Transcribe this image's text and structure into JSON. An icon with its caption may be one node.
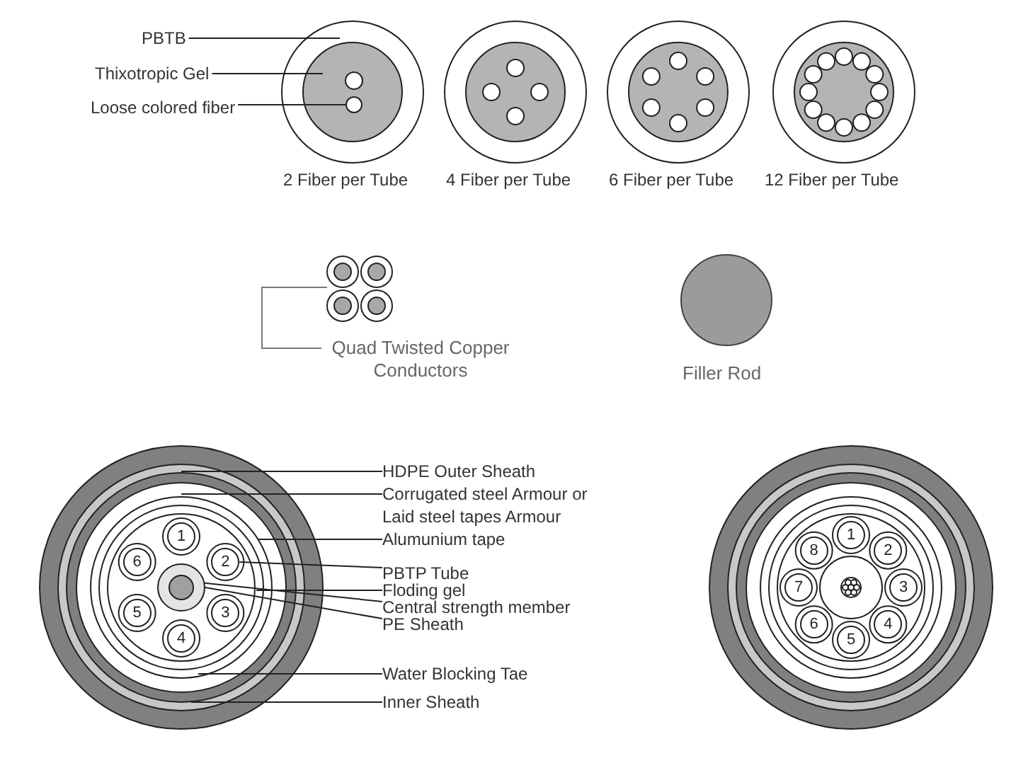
{
  "diagram": {
    "nodes": [
      {
        "text": [
          "PBTB"
        ]
      },
      {
        "text": [
          "Thixotropic Gel"
        ]
      },
      {
        "text": [
          "Loose colored fiber"
        ]
      },
      {
        "text": [
          "Quad Twisted Copper Conductors"
        ]
      },
      {
        "text": [
          "HDPE Outer Sheath"
        ]
      },
      {
        "text": [
          "Corrugated steel Armour or Laid steel tapes Armour"
        ]
      },
      {
        "text": [
          "Alumunium tape"
        ]
      },
      {
        "text": [
          "PBTP Tube"
        ]
      },
      {
        "text": [
          "Floding gel"
        ]
      },
      {
        "text": [
          "Central strength member"
        ]
      },
      {
        "text": [
          "PE Sheath"
        ]
      },
      {
        "text": [
          "Water Blocking Tae"
        ]
      },
      {
        "text": [
          "Inner Sheath"
        ]
      },
      {
        "text": [
          "1"
        ]
      },
      {
        "text": [
          "2"
        ]
      },
      {
        "text": [
          "3"
        ]
      },
      {
        "text": [
          "4"
        ]
      },
      {
        "text": [
          "5"
        ]
      },
      {
        "text": [
          "6"
        ]
      },
      {
        "text": [
          "1"
        ]
      },
      {
        "text": [
          "2"
        ]
      },
      {
        "text": [
          "3"
        ]
      },
      {
        "text": [
          "4"
        ]
      },
      {
        "text": [
          "5"
        ]
      },
      {
        "text": [
          "6"
        ]
      },
      {
        "text": [
          "7"
        ]
      },
      {
        "text": [
          "8"
        ]
      },
      {
        "text": [],
        "shape": "circle"
      },
      {
        "text": [],
        "shape": "circle"
      },
      {
        "text": [],
        "shape": "circle",
        "in": 28
      }
    ],
    "edges": [
      {
        "from": 0,
        "to": null,
        "arrow": "none"
      },
      {
        "from": 1,
        "to": null,
        "arrow": "none"
      },
      {
        "from": 2,
        "to": 27,
        "arrow": "none"
      },
      {
        "from": 3,
        "to": null,
        "arrow": "none"
      },
      {
        "from": 4,
        "to": null,
        "arrow": "none"
      },
      {
        "from": 5,
        "to": null,
        "arrow": "none"
      },
      {
        "from": 6,
        "to": null,
        "arrow": "none"
      },
      {
        "from": 7,
        "to": 14,
        "arrow": "none"
      },
      {
        "from": 8,
        "to": null,
        "arrow": "none"
      },
      {
        "from": 9,
        "to": 29,
        "arrow": "none"
      },
      {
        "from": 10,
        "to": 28,
        "arrow": "none"
      },
      {
        "from": 11,
        "to": null,
        "arrow": "none"
      },
      {
        "from": 12,
        "to": null,
        "arrow": "none"
      }
    ],
    "labels": [
      "2 Fiber per Tube",
      "4 Fiber per Tube",
      "6 Fiber per Tube",
      "12 Fiber per Tube",
      "Filler Rod"
    ]
  }
}
